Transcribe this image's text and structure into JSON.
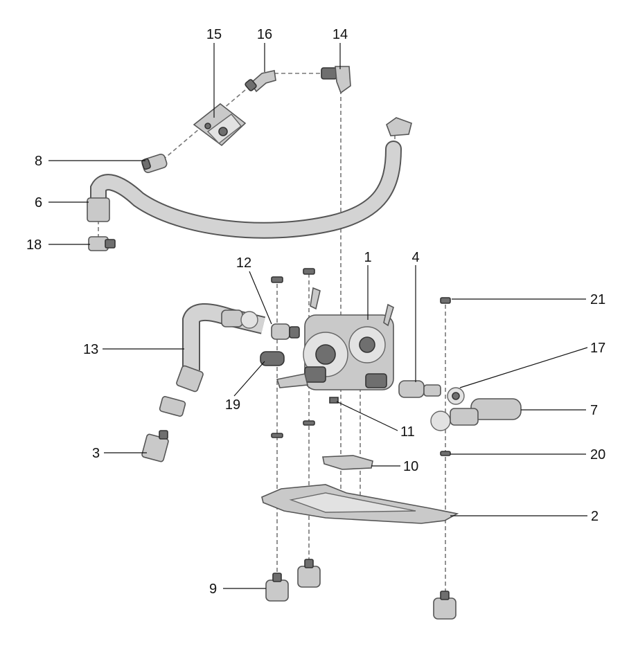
{
  "callouts": [
    {
      "id": "c1",
      "label": "1"
    },
    {
      "id": "c2",
      "label": "2"
    },
    {
      "id": "c3",
      "label": "3"
    },
    {
      "id": "c4",
      "label": "4"
    },
    {
      "id": "c6",
      "label": "6"
    },
    {
      "id": "c7",
      "label": "7"
    },
    {
      "id": "c8",
      "label": "8"
    },
    {
      "id": "c9",
      "label": "9"
    },
    {
      "id": "c10",
      "label": "10"
    },
    {
      "id": "c11",
      "label": "11"
    },
    {
      "id": "c12",
      "label": "12"
    },
    {
      "id": "c13",
      "label": "13"
    },
    {
      "id": "c14",
      "label": "14"
    },
    {
      "id": "c15",
      "label": "15"
    },
    {
      "id": "c16",
      "label": "16"
    },
    {
      "id": "c17",
      "label": "17"
    },
    {
      "id": "c18",
      "label": "18"
    },
    {
      "id": "c19",
      "label": "19"
    },
    {
      "id": "c20",
      "label": "20"
    },
    {
      "id": "c21",
      "label": "21"
    }
  ]
}
